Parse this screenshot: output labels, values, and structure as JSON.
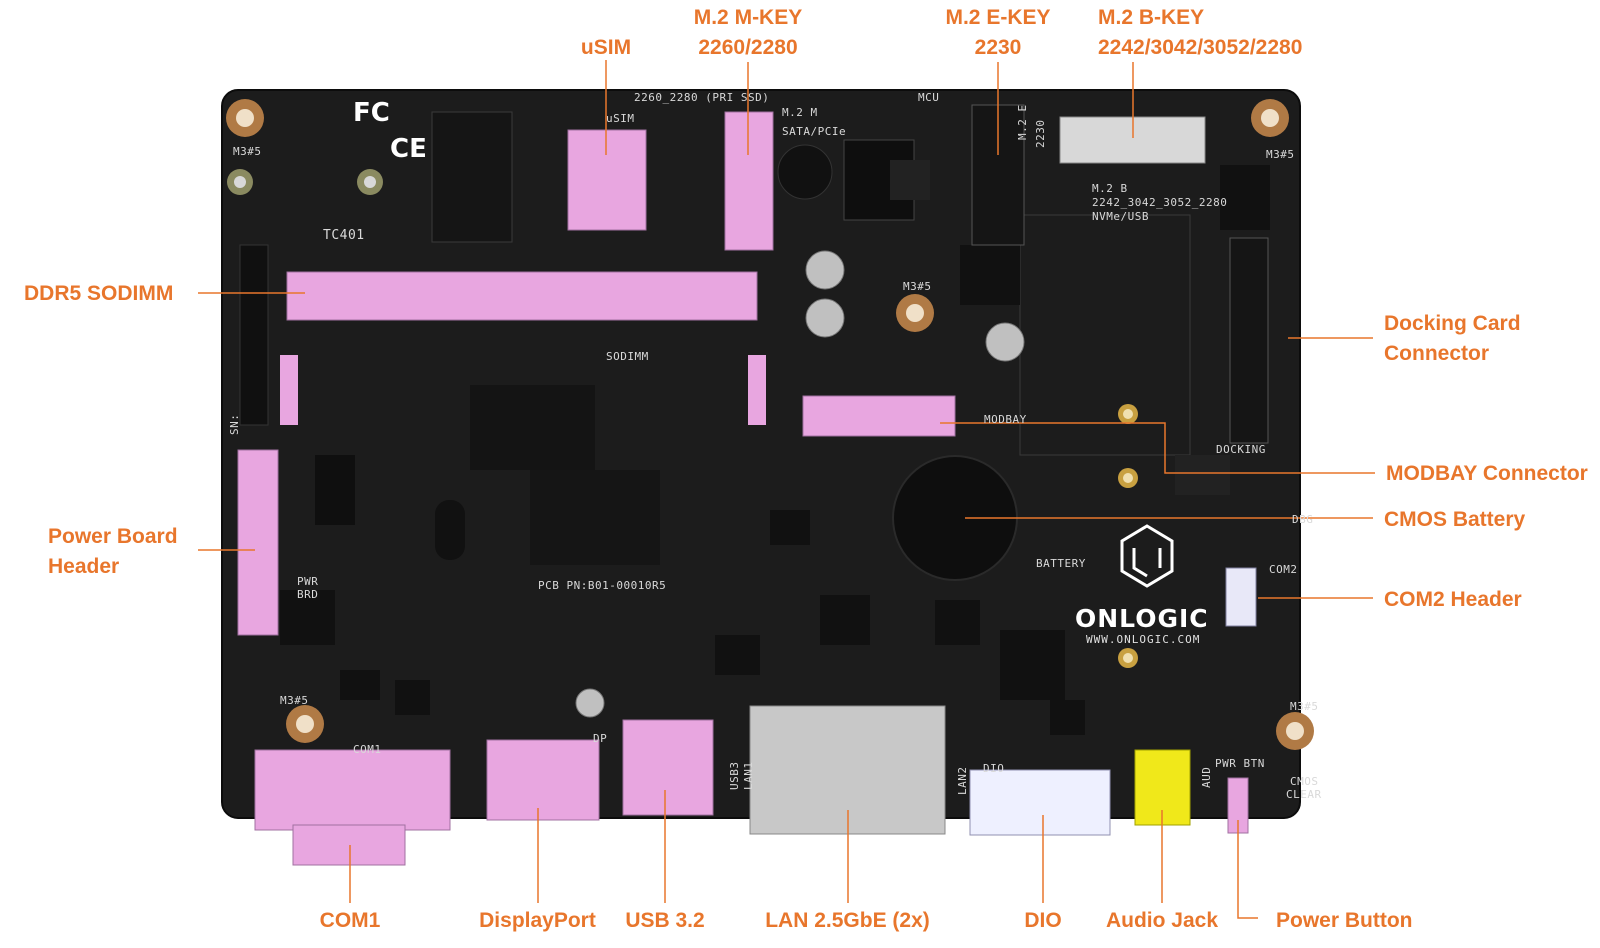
{
  "labels": {
    "usim": "uSIM",
    "m2_mkey_line1": "M.2 M-KEY",
    "m2_mkey_line2": "2260/2280",
    "m2_ekey_line1": "M.2 E-KEY",
    "m2_ekey_line2": "2230",
    "m2_bkey_line1": "M.2 B-KEY",
    "m2_bkey_line2": "2242/3042/3052/2280",
    "ddr5_sodimm": "DDR5 SODIMM",
    "docking_line1": "Docking Card",
    "docking_line2": "Connector",
    "modbay_connector": "MODBAY Connector",
    "cmos_battery": "CMOS Battery",
    "power_board_line1": "Power Board",
    "power_board_line2": "Header",
    "com2_header": "COM2 Header",
    "com1": "COM1",
    "displayport": "DisplayPort",
    "usb32": "USB 3.2",
    "lan": "LAN 2.5GbE (2x)",
    "dio": "DIO",
    "audio_jack": "Audio Jack",
    "power_button": "Power Button"
  },
  "silkscreen": {
    "m2_m_top": "2260_2280 (PRI SSD)",
    "m2_m": "M.2 M",
    "sata_pcie": "SATA/PCIe",
    "mcu": "MCU",
    "usim": "uSIM",
    "m2_e_vertical": "M.2 E",
    "e_2230": "2230",
    "m2_b": "M.2 B",
    "b_sizes": "2242_3042_3052_2280",
    "nvme_usb": "NVMe/USB",
    "tc401": "TC401",
    "sodimm": "SODIMM",
    "modbay": "MODBAY",
    "docking": "DOCKING",
    "battery": "BATTERY",
    "com2": "COM2",
    "com1": "COM1",
    "pcb_pn": "PCB PN:B01-00010R5",
    "pwr_brd_1": "PWR",
    "pwr_brd_2": "BRD",
    "dio": "DIO",
    "dp": "DP",
    "usb3": "USB3",
    "lan1": "LAN1",
    "lan2": "LAN2",
    "aud": "AUD",
    "pwr_btn": "PWR  BTN",
    "cmos_1": "CMOS",
    "cmos_2": "CLEAR",
    "dbg": "DBG",
    "sn": "SN:",
    "m3_1": "M3#5",
    "m3_2": "M3#5",
    "m3_3": "M3#5",
    "m3_4": "M3#5",
    "m3_5": "M3#5",
    "fc": "FC",
    "ce": "CE",
    "brand": "ONLOGIC",
    "brand_url": "WWW.ONLOGIC.COM"
  },
  "colors": {
    "accent": "#e8762c",
    "board": "#1c1c1c",
    "connector_pink": "#e8a6e0",
    "lan_gray": "#c8c8c8",
    "dio_white": "#eef0ff",
    "audio_yellow": "#f0e81a"
  }
}
